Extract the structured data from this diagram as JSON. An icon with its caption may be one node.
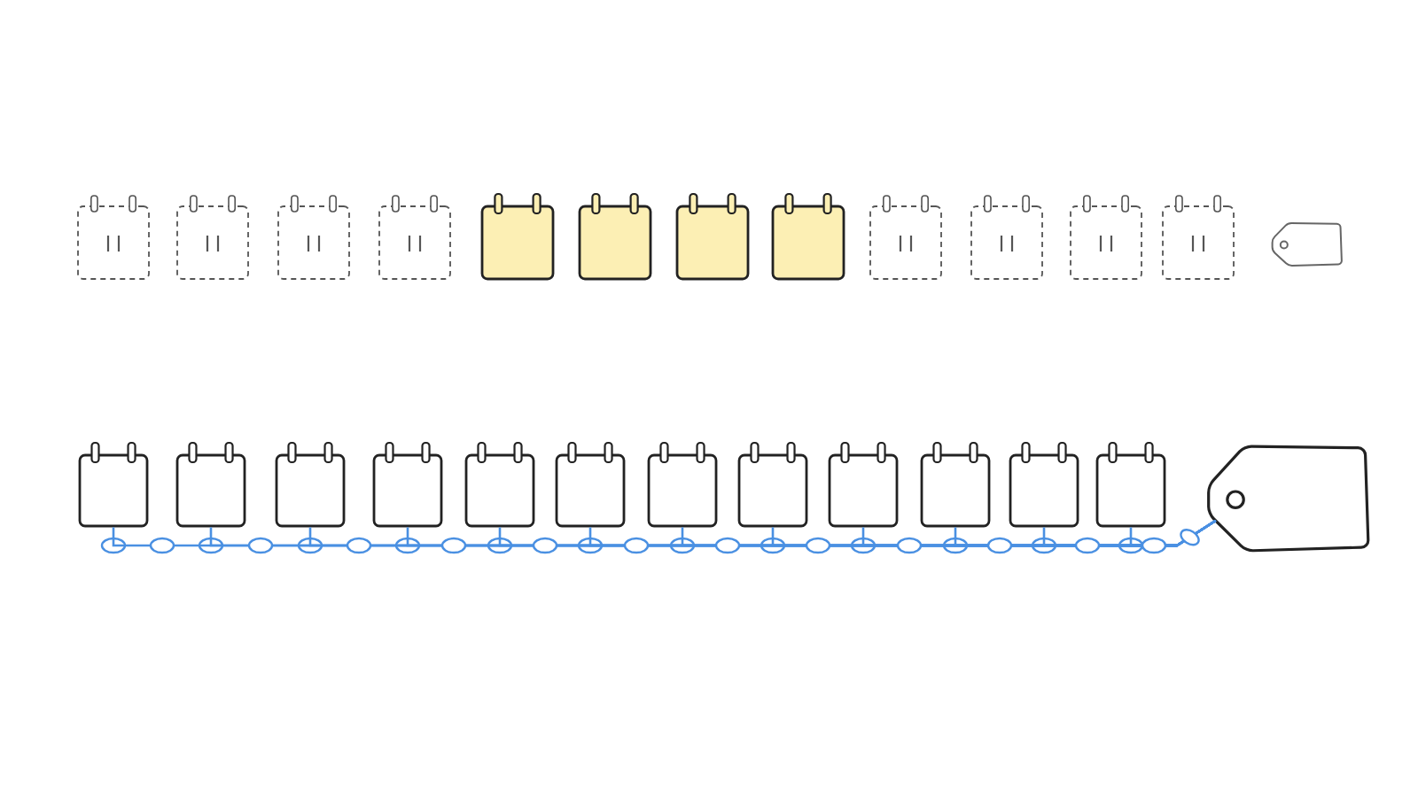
{
  "diagram": {
    "nodes": [
      {
        "text": [],
        "shape": "calendar"
      },
      {
        "text": [],
        "shape": "calendar"
      },
      {
        "text": [],
        "shape": "calendar"
      },
      {
        "text": [],
        "shape": "calendar"
      },
      {
        "text": [],
        "shape": "calendar"
      },
      {
        "text": [],
        "shape": "calendar"
      },
      {
        "text": [],
        "shape": "calendar"
      },
      {
        "text": [],
        "shape": "calendar"
      },
      {
        "text": [],
        "shape": "calendar"
      },
      {
        "text": [],
        "shape": "calendar"
      },
      {
        "text": [],
        "shape": "calendar"
      },
      {
        "text": [],
        "shape": "calendar"
      },
      {
        "text": [],
        "shape": "tag"
      },
      {
        "text": [],
        "shape": "calendar"
      },
      {
        "text": [],
        "shape": "calendar"
      },
      {
        "text": [],
        "shape": "calendar"
      },
      {
        "text": [],
        "shape": "calendar"
      },
      {
        "text": [],
        "shape": "calendar"
      },
      {
        "text": [],
        "shape": "calendar"
      },
      {
        "text": [],
        "shape": "calendar"
      },
      {
        "text": [],
        "shape": "calendar"
      },
      {
        "text": [],
        "shape": "calendar"
      },
      {
        "text": [],
        "shape": "calendar"
      },
      {
        "text": [],
        "shape": "calendar"
      },
      {
        "text": [],
        "shape": "calendar"
      },
      {
        "text": [],
        "shape": "tag"
      }
    ],
    "edges": [
      {
        "from": 13,
        "to": 25,
        "arrow": "none",
        "color": "#4a90e2"
      },
      {
        "from": 14,
        "to": 25,
        "arrow": "none",
        "color": "#4a90e2"
      },
      {
        "from": 15,
        "to": 25,
        "arrow": "none",
        "color": "#4a90e2"
      },
      {
        "from": 16,
        "to": 25,
        "arrow": "none",
        "color": "#4a90e2"
      },
      {
        "from": 17,
        "to": 25,
        "arrow": "none",
        "color": "#4a90e2"
      },
      {
        "from": 18,
        "to": 25,
        "arrow": "none",
        "color": "#4a90e2"
      },
      {
        "from": 19,
        "to": 25,
        "arrow": "none",
        "color": "#4a90e2"
      },
      {
        "from": 20,
        "to": 25,
        "arrow": "none",
        "color": "#4a90e2"
      },
      {
        "from": 21,
        "to": 25,
        "arrow": "none",
        "color": "#4a90e2"
      },
      {
        "from": 22,
        "to": 25,
        "arrow": "none",
        "color": "#4a90e2"
      },
      {
        "from": 23,
        "to": 25,
        "arrow": "none",
        "color": "#4a90e2"
      },
      {
        "from": 24,
        "to": 25,
        "arrow": "none",
        "color": "#4a90e2"
      }
    ]
  }
}
